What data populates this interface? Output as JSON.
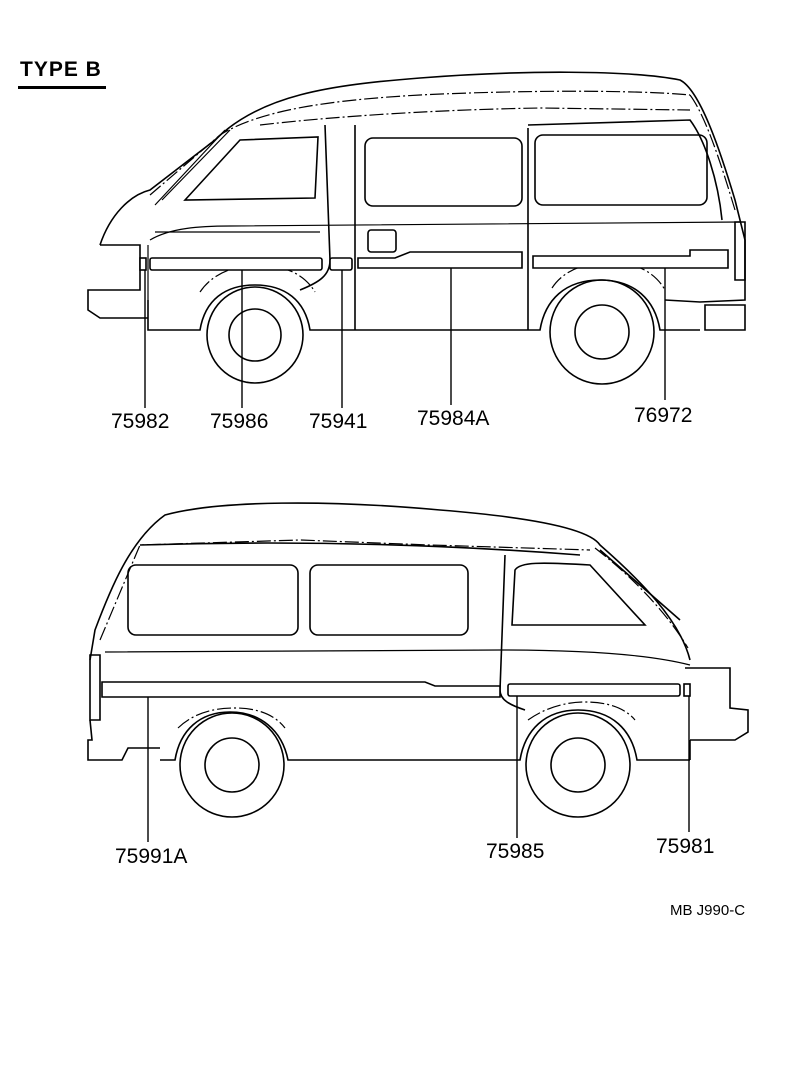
{
  "title": "TYPE B",
  "top_view_labels": {
    "p1": "75982",
    "p2": "75986",
    "p3": "75941",
    "p4": "75984A",
    "p5": "76972"
  },
  "bottom_view_labels": {
    "p1": "75991A",
    "p2": "75985",
    "p3": "75981"
  },
  "reference": "MB  J990-C"
}
